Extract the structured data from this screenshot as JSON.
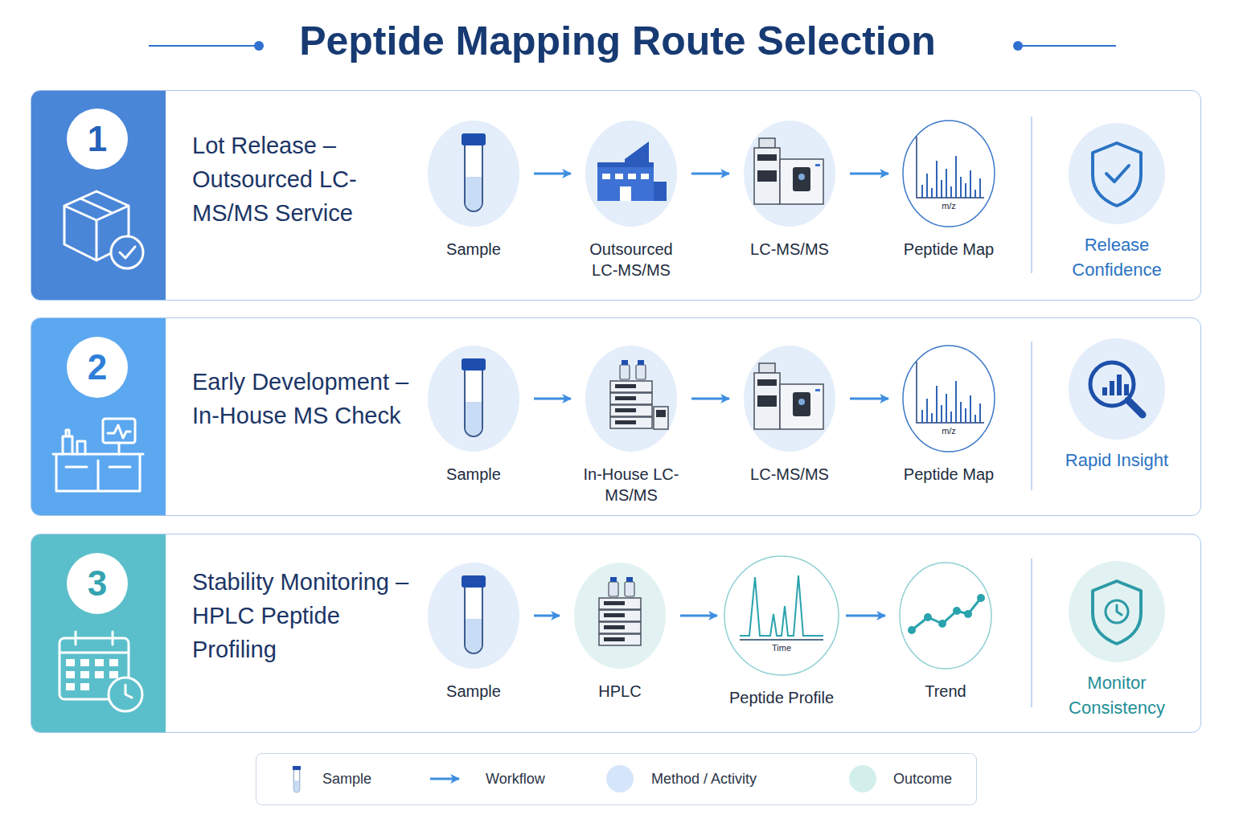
{
  "diagram": {
    "title": "Peptide Mapping Route Selection",
    "nodes": [
      {
        "text": [
          "Lot Release – Outsourced LC-MS/MS Service"
        ]
      },
      {
        "text": [
          "1"
        ],
        "in": 0
      },
      {
        "text": [
          "Sample"
        ],
        "in": 0
      },
      {
        "text": [
          "Outsourced LC-MS/MS"
        ],
        "in": 0
      },
      {
        "text": [
          "LC-MS/MS"
        ],
        "in": 0
      },
      {
        "text": [
          "m/z",
          "Peptide Map"
        ],
        "in": 0
      },
      {
        "text": [
          "Release Confidence"
        ],
        "in": 0
      },
      {
        "text": [
          "Early Development – In-House MS Check"
        ]
      },
      {
        "text": [
          "2"
        ],
        "in": 7
      },
      {
        "text": [
          "Sample"
        ],
        "in": 7
      },
      {
        "text": [
          "In-House LC-MS/MS"
        ],
        "in": 7
      },
      {
        "text": [
          "LC-MS/MS"
        ],
        "in": 7
      },
      {
        "text": [
          "m/z",
          "Peptide Map"
        ],
        "in": 7
      },
      {
        "text": [
          "Rapid Insight"
        ],
        "in": 7
      },
      {
        "text": [
          "Stability Monitoring – HPLC Peptide Profiling"
        ]
      },
      {
        "text": [
          "3"
        ],
        "in": 14
      },
      {
        "text": [
          "Sample"
        ],
        "in": 14
      },
      {
        "text": [
          "HPLC"
        ],
        "in": 14
      },
      {
        "text": [
          "Time",
          "Peptide Profile"
        ],
        "in": 14
      },
      {
        "text": [
          "Trend"
        ],
        "in": 14
      },
      {
        "text": [
          "Monitor Consistency"
        ],
        "in": 14
      }
    ],
    "edges": [
      {
        "from": 2,
        "to": 3,
        "arrow": "to"
      },
      {
        "from": 3,
        "to": 4,
        "arrow": "to"
      },
      {
        "from": 4,
        "to": 5,
        "arrow": "to"
      },
      {
        "from": 9,
        "to": 10,
        "arrow": "to"
      },
      {
        "from": 10,
        "to": 11,
        "arrow": "to"
      },
      {
        "from": 11,
        "to": 12,
        "arrow": "to"
      },
      {
        "from": 16,
        "to": 17,
        "arrow": "to"
      },
      {
        "from": 17,
        "to": 18,
        "arrow": "to"
      },
      {
        "from": 18,
        "to": 19,
        "arrow": "to"
      }
    ],
    "legend": [
      {
        "text": "Sample"
      },
      {
        "text": "Workflow"
      },
      {
        "text": "Method / Activity",
        "color": "#d6e6fa"
      },
      {
        "text": "Outcome",
        "color": "#d3efec"
      }
    ]
  }
}
